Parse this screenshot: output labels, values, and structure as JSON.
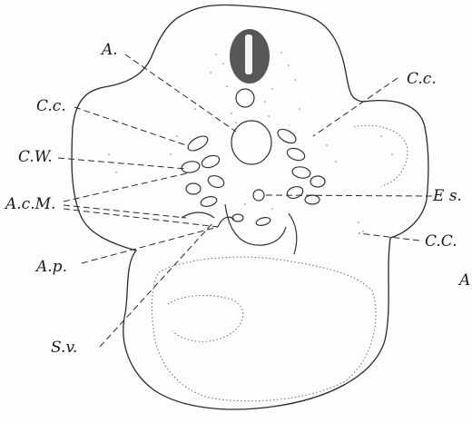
{
  "figure": {
    "labels": {
      "A_top": "A.",
      "Cc_left": "C.c.",
      "CW": "C.W.",
      "AcM": "A.c.M.",
      "Ap": "A.p.",
      "Sv": "S.v.",
      "Cc_right": "C.c.",
      "Es": "E s.",
      "CC": "C.C.",
      "A_edge": "A"
    }
  }
}
